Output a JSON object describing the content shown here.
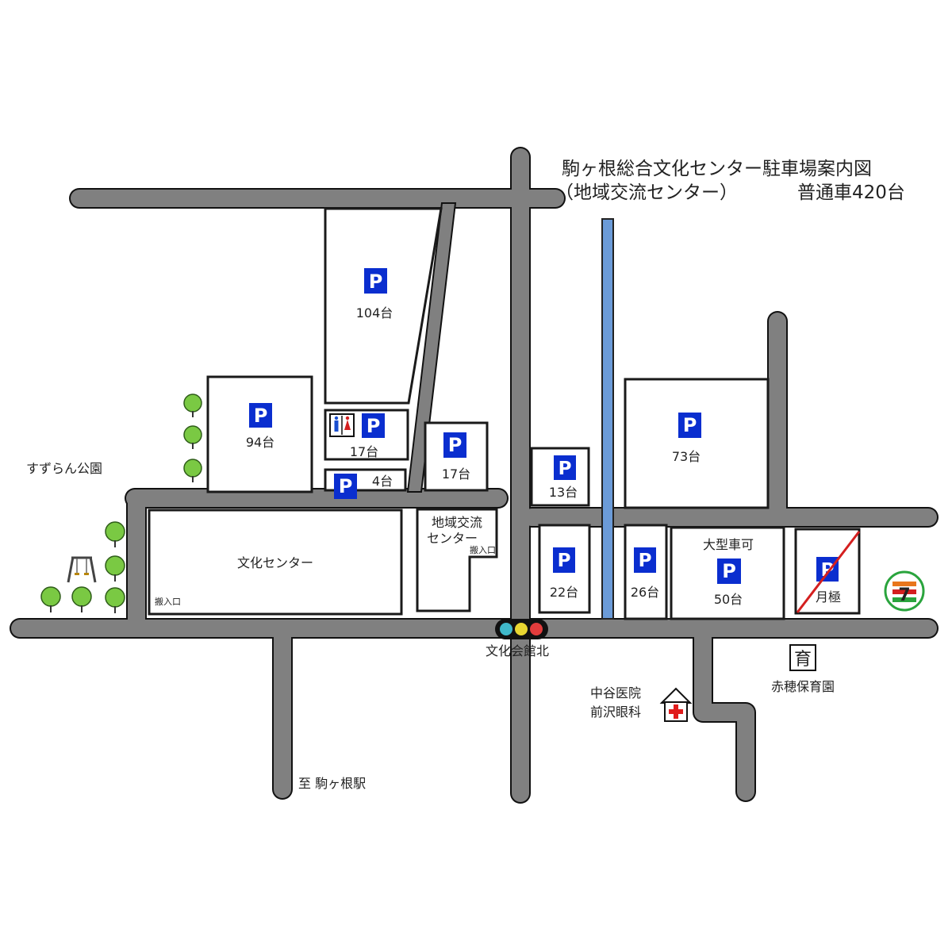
{
  "title": {
    "line1": "駒ヶ根総合文化センター駐車場案内図",
    "line2": "（地域交流センター）",
    "capacity": "普通車420台"
  },
  "parking_symbol": "P",
  "lots": [
    {
      "count": "104台"
    },
    {
      "count": "94台"
    },
    {
      "count": "17台"
    },
    {
      "count": "4台"
    },
    {
      "count": "17台"
    },
    {
      "count": "13台"
    },
    {
      "count": "73台"
    },
    {
      "count": "22台"
    },
    {
      "count": "26台"
    },
    {
      "count": "50台",
      "note": "大型車可"
    },
    {
      "count": "月極"
    }
  ],
  "buildings": {
    "bunka_center": "文化センター",
    "chiiki_line1": "地域交流",
    "chiiki_line2": "センター",
    "loading_entrance": "搬入口",
    "loading_entrance_2": "搬入口"
  },
  "places": {
    "park": "すずらん公園",
    "signal": "文化会館北",
    "station": "至 駒ヶ根駅",
    "clinic_line1": "中谷医院",
    "clinic_line2": "前沢眼科",
    "nursery": "赤穂保育園",
    "nursery_icon": "育"
  },
  "icons": {
    "restroom": "restroom-icon",
    "tree": "tree-icon",
    "swing": "swing-icon",
    "traffic_light": "traffic-light-icon",
    "hospital": "hospital-icon",
    "nursery": "nursery-icon",
    "convenience_store": "convenience-store-icon"
  },
  "colors": {
    "road": "#808080",
    "river": "#6b9bd8",
    "parking": "#0a2ecf",
    "no_parking_line": "#d41f1f",
    "tree": "#7ac943",
    "signal_blue": "#3fb8c9",
    "signal_yellow": "#e8d631",
    "signal_red": "#e23c3c"
  }
}
